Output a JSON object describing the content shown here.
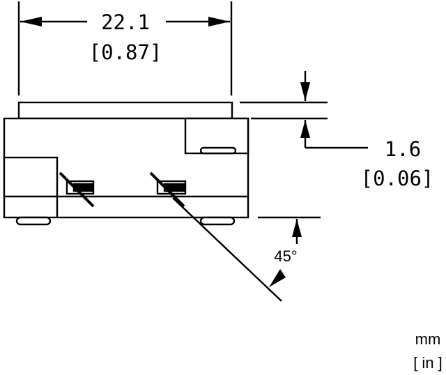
{
  "dimensions": {
    "width": {
      "mm": "22.1",
      "in": "[0.87]"
    },
    "thickness": {
      "mm": "1.6",
      "in": "[0.06]"
    },
    "angle": {
      "value": "45°"
    }
  },
  "units_legend": {
    "primary": "mm",
    "secondary": "[ in ]"
  }
}
